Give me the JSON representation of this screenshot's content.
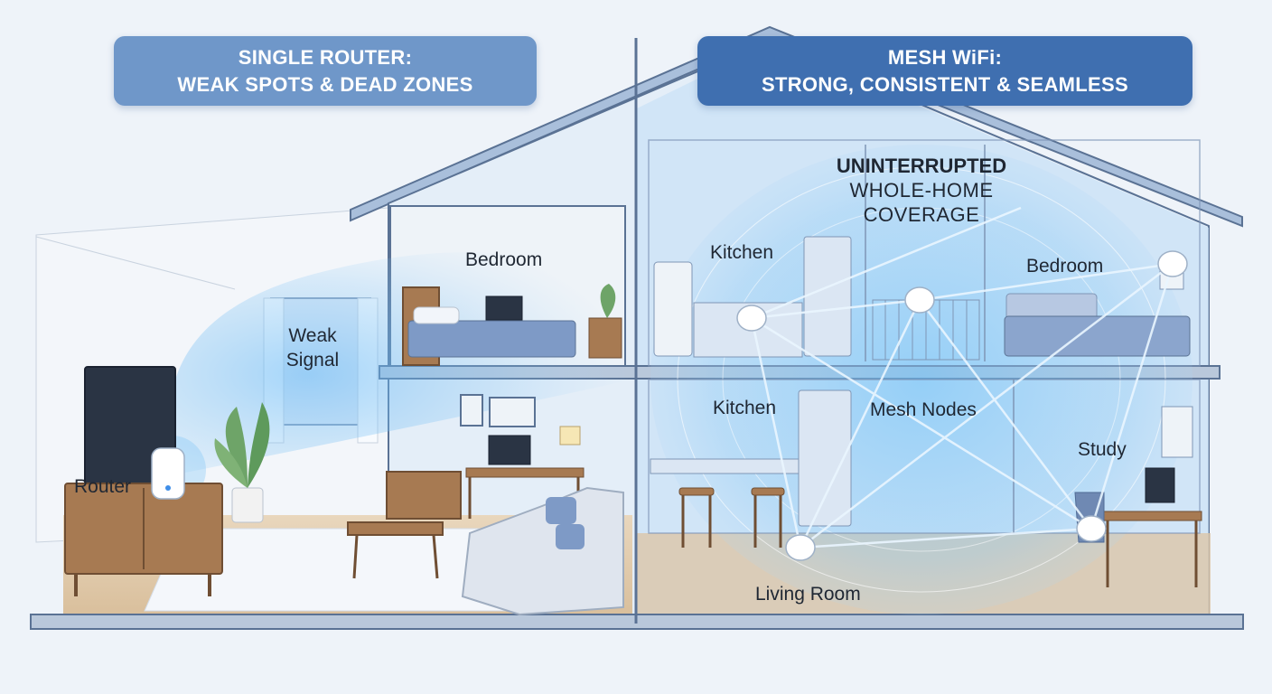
{
  "banners": {
    "left": {
      "line1": "SINGLE ROUTER:",
      "line2": "WEAK SPOTS & DEAD ZONES"
    },
    "right": {
      "line1": "MESH WiFi:",
      "line2": "STRONG, CONSISTENT & SEAMLESS"
    }
  },
  "left_house": {
    "bedroom": "Bedroom",
    "weak_line1": "Weak",
    "weak_line2": "Signal",
    "router": "Router"
  },
  "right_house": {
    "coverage_bold": "UNINTERRUPTED",
    "coverage_line2": "WHOLE-HOME",
    "coverage_line3": "COVERAGE",
    "kitchen_upper": "Kitchen",
    "bedroom": "Bedroom",
    "kitchen_lower": "Kitchen",
    "mesh_nodes": "Mesh Nodes",
    "study": "Study",
    "living_room": "Living Room"
  },
  "colors": {
    "banner_left": "#6f97c9",
    "banner_right": "#3f6fb0",
    "wall": "#5a7294",
    "signal": "#5fb6f5"
  }
}
